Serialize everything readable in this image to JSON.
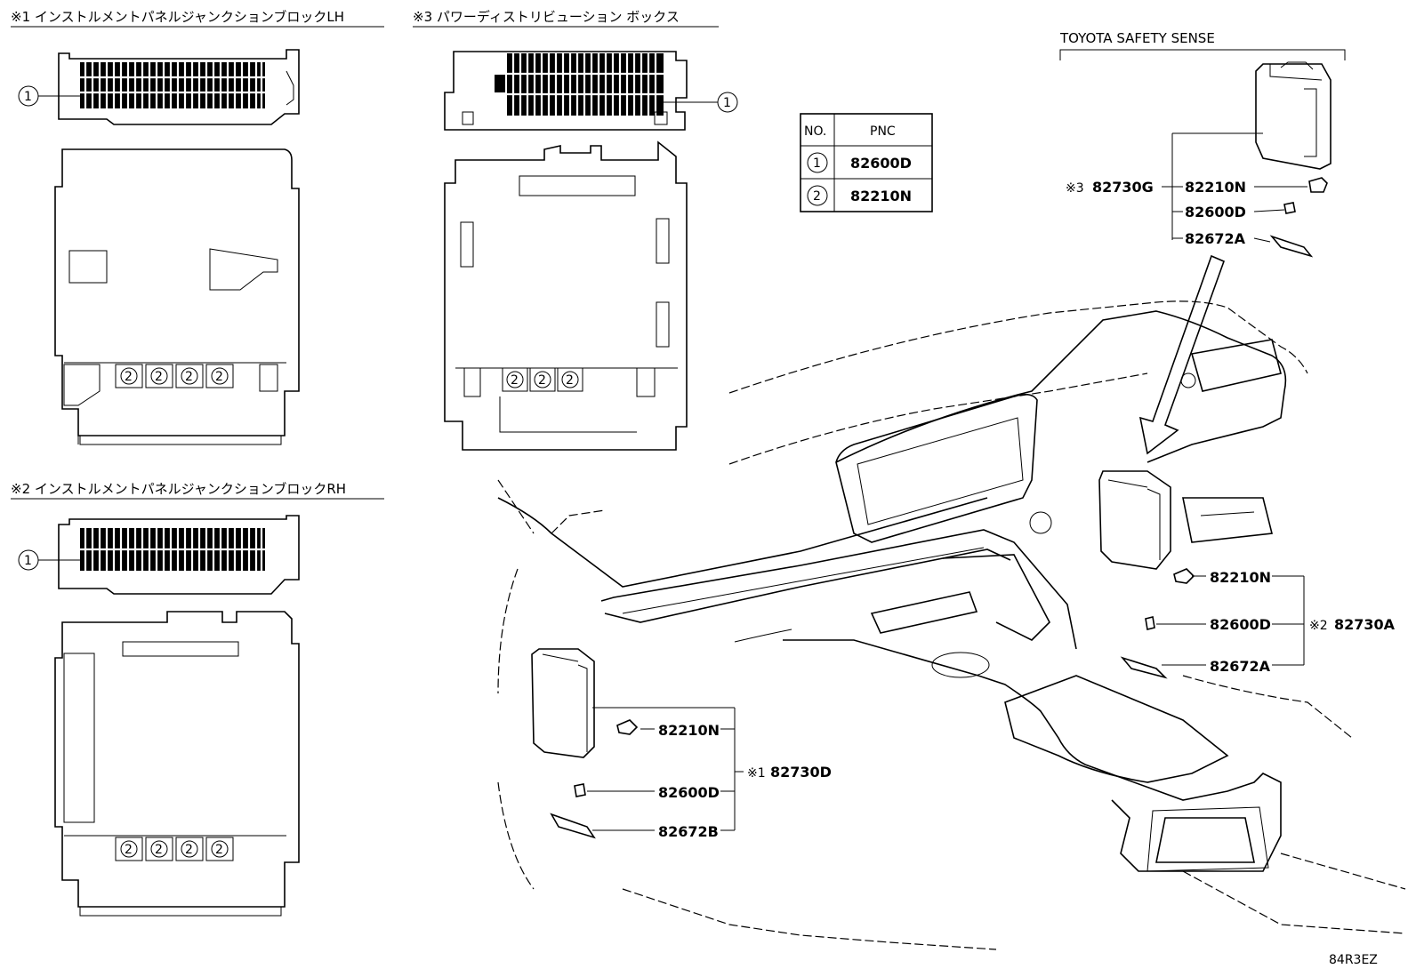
{
  "sections": {
    "s1_title": "※1 インストルメントパネルジャンクションブロックLH",
    "s2_title": "※2 インストルメントパネルジャンクションブロックRH",
    "s3_title": "※3  パワーディストリビューション ボックス",
    "tss_title": "TOYOTA SAFETY SENSE"
  },
  "callouts": {
    "one": "1",
    "two": "2"
  },
  "pnc_table": {
    "header_no": "NO.",
    "header_pnc": "PNC",
    "rows": [
      {
        "no": "1",
        "pnc": "82600D"
      },
      {
        "no": "2",
        "pnc": "82210N"
      }
    ]
  },
  "tss_parts": {
    "assembly_ref": "※3",
    "assembly": "82730G",
    "items": [
      "82210N",
      "82600D",
      "82672A"
    ]
  },
  "rh_parts": {
    "assembly_ref": "※2",
    "assembly": "82730A",
    "items": [
      "82210N",
      "82600D",
      "82672A"
    ]
  },
  "lh_parts": {
    "assembly_ref": "※1",
    "assembly": "82730D",
    "items": [
      "82210N",
      "82600D",
      "82672B"
    ]
  },
  "diagram_code": "84R3EZ"
}
